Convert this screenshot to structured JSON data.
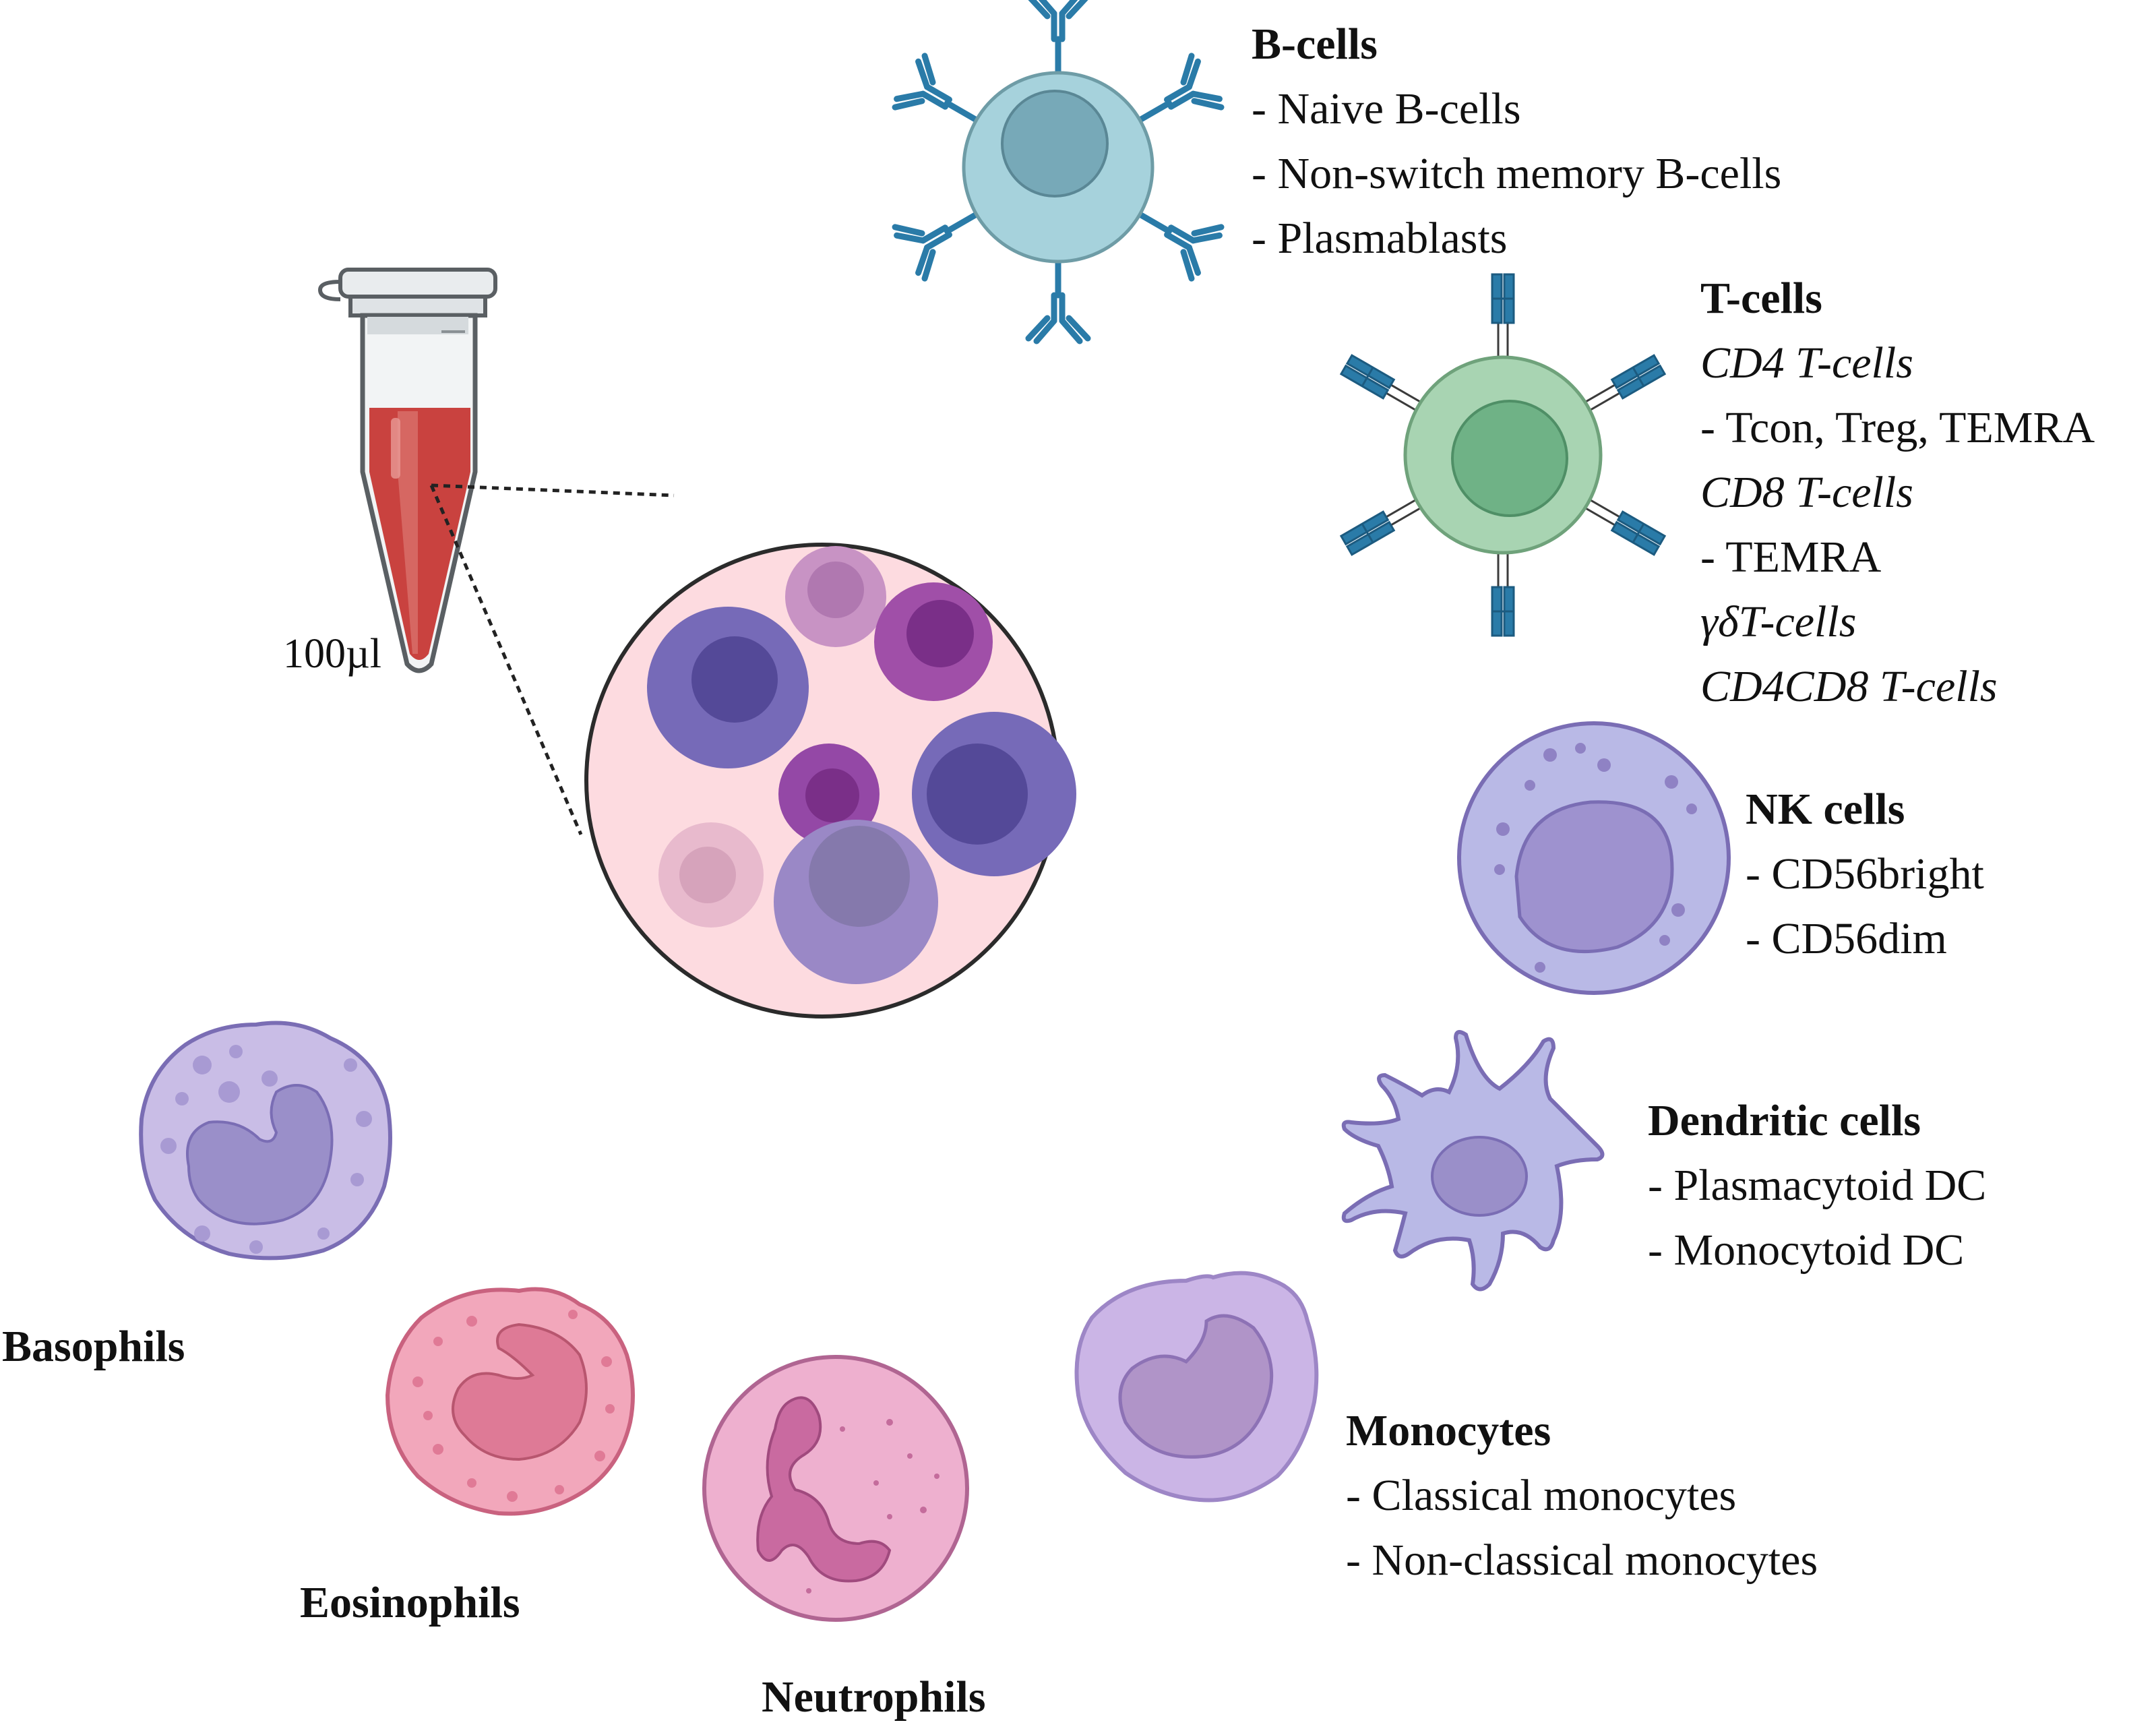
{
  "tube": {
    "volume": "100µl"
  },
  "b_cells": {
    "title": "B-cells",
    "items": [
      "- Naive B-cells",
      "- Non-switch memory B-cells",
      "- Plasmablasts"
    ]
  },
  "t_cells": {
    "title": "T-cells",
    "lines": [
      "CD4 T-cells",
      "- Tcon, Treg, TEMRA",
      "CD8 T-cells",
      "- TEMRA",
      "γδT-cells",
      "CD4CD8 T-cells"
    ]
  },
  "nk_cells": {
    "title": "NK cells",
    "items": [
      "- CD56bright",
      "- CD56dim"
    ]
  },
  "dendritic": {
    "title": "Dendritic cells",
    "items": [
      "- Plasmacytoid DC",
      "- Monocytoid DC"
    ]
  },
  "monocytes": {
    "title": "Monocytes",
    "items": [
      "- Classical monocytes",
      "- Non-classical monocytes"
    ]
  },
  "granulocytes": {
    "basophils": "Basophils",
    "eosinophils": "Eosinophils",
    "neutrophils": "Neutrophils"
  },
  "colors": {
    "blood": "#c9423f",
    "b_cell": "#a6d2dc",
    "t_cell": "#a8d4b2",
    "nk_cell": "#b9b9e6",
    "basophil": "#c9bde6",
    "eosinophil": "#f2a7bb",
    "neutrophil": "#eeb0cf",
    "monocyte": "#cbb5e6",
    "zoom_bg": "#fddbe0"
  }
}
